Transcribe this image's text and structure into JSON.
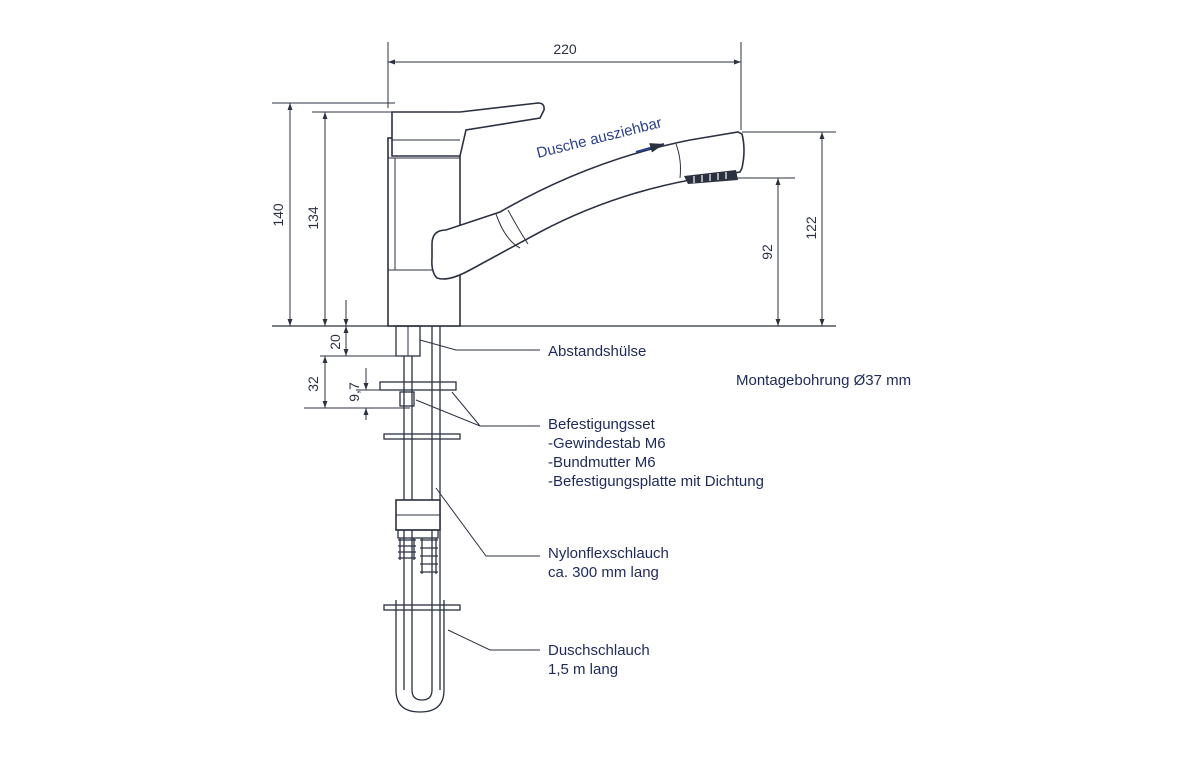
{
  "dimensions": {
    "width_total": "220",
    "height_total": "140",
    "height_body": "134",
    "height_outlet": "92",
    "height_spout_top": "122",
    "sleeve": "20",
    "mount_depth": "32",
    "plate": "9,7"
  },
  "pullout_label": "Dusche ausziehbar",
  "mounting_hole": "Montagebohrung Ø37 mm",
  "callouts": {
    "spacer": "Abstandshülse",
    "fixing_set": {
      "title": "Befestigungsset",
      "items": [
        "-Gewindestab M6",
        "-Bundmutter M6",
        "-Befestigungsplatte mit Dichtung"
      ]
    },
    "nylon_hose": {
      "line1": "Nylonflexschlauch",
      "line2": "ca. 300 mm lang"
    },
    "shower_hose": {
      "line1": "Duschschlauch",
      "line2": "1,5 m lang"
    }
  },
  "colors": {
    "line": "#2b3140",
    "label": "#1e2a5a",
    "accent": "#2a3f8f"
  }
}
